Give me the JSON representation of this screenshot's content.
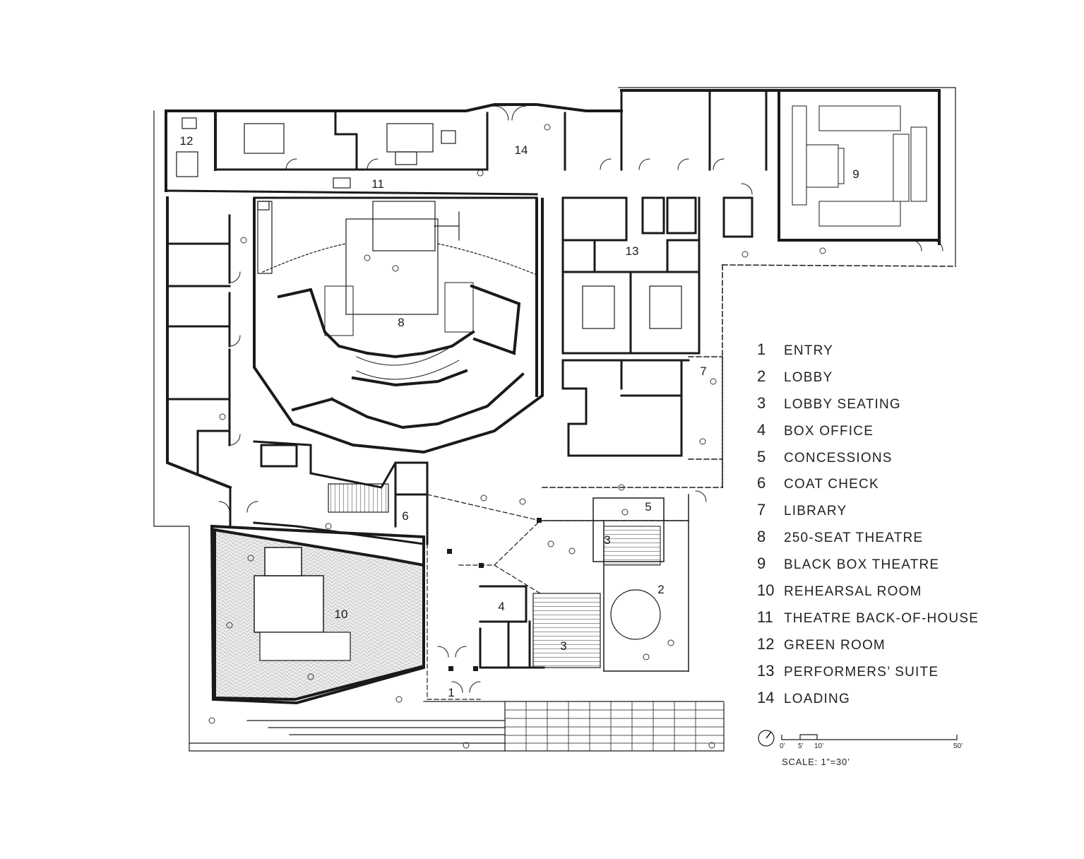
{
  "legend": [
    {
      "num": "1",
      "label": "ENTRY"
    },
    {
      "num": "2",
      "label": "LOBBY"
    },
    {
      "num": "3",
      "label": "LOBBY SEATING"
    },
    {
      "num": "4",
      "label": "BOX OFFICE"
    },
    {
      "num": "5",
      "label": "CONCESSIONS"
    },
    {
      "num": "6",
      "label": "COAT CHECK"
    },
    {
      "num": "7",
      "label": "LIBRARY"
    },
    {
      "num": "8",
      "label": "250-SEAT THEATRE"
    },
    {
      "num": "9",
      "label": "BLACK BOX THEATRE"
    },
    {
      "num": "10",
      "label": "REHEARSAL ROOM"
    },
    {
      "num": "11",
      "label": "THEATRE BACK-OF-HOUSE"
    },
    {
      "num": "12",
      "label": "GREEN ROOM"
    },
    {
      "num": "13",
      "label": "PERFORMERS’ SUITE"
    },
    {
      "num": "14",
      "label": "LOADING"
    }
  ],
  "plan_labels": {
    "l1": "1",
    "l2": "2",
    "l3a": "3",
    "l3b": "3",
    "l4": "4",
    "l5": "5",
    "l6": "6",
    "l7": "7",
    "l8": "8",
    "l9": "9",
    "l10": "10",
    "l11": "11",
    "l12": "12",
    "l13": "13",
    "l14": "14"
  },
  "scale": {
    "ticks": [
      "0’",
      "5’",
      "10’",
      "50’"
    ],
    "text": "SCALE: 1”=30’",
    "north_icon": "north-arrow-icon"
  },
  "colors": {
    "ink": "#1a1a1a",
    "hatch": "#e6e6e6",
    "background": "#ffffff"
  }
}
